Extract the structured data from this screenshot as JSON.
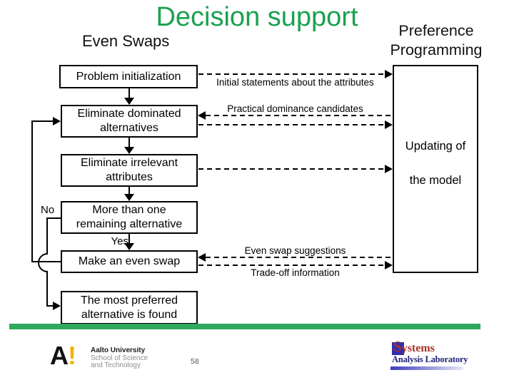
{
  "slide": {
    "title": "Decision support",
    "subtitle_left": "Even Swaps",
    "subtitle_right": [
      "Preference",
      "Programming"
    ],
    "page_number": "58"
  },
  "flowchart": {
    "boxes": {
      "problem_init": [
        "Problem initialization"
      ],
      "eliminate_dominated": [
        "Eliminate dominated",
        "alternatives"
      ],
      "eliminate_irrelevant": [
        "Eliminate irrelevant",
        "attributes"
      ],
      "more_than_one": [
        "More than one",
        "remaining alternative"
      ],
      "make_swap": [
        "Make an even swap"
      ],
      "most_preferred": [
        "The most preferred",
        "alternative is found"
      ],
      "updating_model": [
        "Updating of",
        "the model"
      ]
    },
    "labels": {
      "initial_statements": "Initial statements about the attributes",
      "practical_dominance": "Practical dominance candidates",
      "even_swap_suggestions": "Even swap suggestions",
      "tradeoff_information": "Trade-off information",
      "branch_no": "No",
      "branch_yes": "Yes"
    }
  },
  "footer": {
    "aalto": {
      "mark_letter": "A",
      "mark_exclamation": "!",
      "lines": [
        "Aalto University",
        "School of Science",
        "and Technology"
      ]
    },
    "sal": {
      "word1_initial": "S",
      "word1_rest": "ystems",
      "line2": "Analysis Laboratory"
    }
  },
  "colors": {
    "title_green": "#1aa150",
    "bar_green": "#2fa95c",
    "aalto_gold": "#f1b300",
    "sal_red": "#a93226",
    "sal_blue_square": "#2d2db5",
    "sal_navy": "#20207a"
  }
}
